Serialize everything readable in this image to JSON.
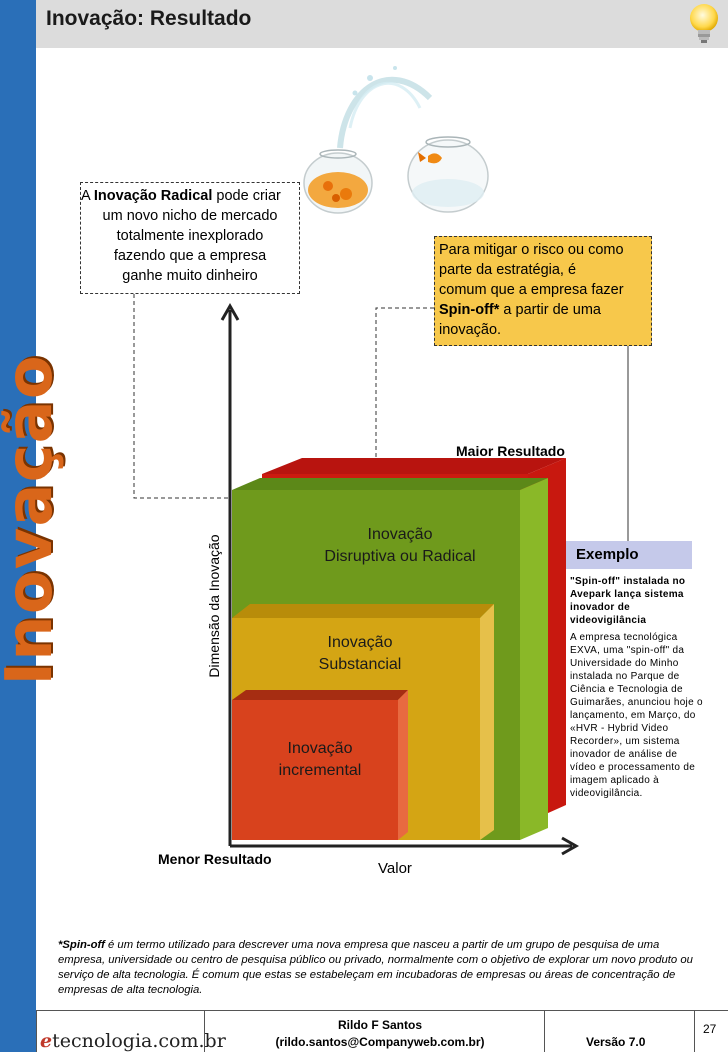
{
  "header": {
    "title": "Inovação: Resultado"
  },
  "sidebar": {
    "brand_text": "Inovação"
  },
  "callouts": {
    "radical": {
      "prefix": "A ",
      "bold": "Inovação Radical",
      "line1_rest": " pode criar",
      "line2": "um novo nicho de mercado",
      "line3": "totalmente inexplorado",
      "line4": "fazendo que a empresa",
      "line5": "ganhe muito dinheiro"
    },
    "spinoff": {
      "line1": "Para mitigar o risco ou como",
      "line2": "parte da estratégia, é",
      "line3": "comum que a empresa fazer",
      "bold": "Spin-off*",
      "line4_rest": " a partir de uma",
      "line5": "inovação."
    }
  },
  "chart": {
    "y_axis_label": "Dimensão da Inovação",
    "x_axis_label": "Valor",
    "top_label": "Maior Resultado",
    "bottom_label": "Menor Resultado",
    "blocks": [
      {
        "line1": "Inovação",
        "line2": "Disruptiva ou Radical",
        "color": "#6f9a1c"
      },
      {
        "line1": "Inovação",
        "line2": "Substancial",
        "color": "#d4a514"
      },
      {
        "line1": "Inovação",
        "line2": "incremental",
        "color": "#d8421d"
      }
    ]
  },
  "example": {
    "header": "Exemplo",
    "title_lines": [
      "\"Spin-off\" instalada no",
      "Avepark lança sistema",
      "inovador de",
      "videovigilância"
    ],
    "body_lines": [
      "A empresa tecnológica",
      "EXVA, uma \"spin-off\" da",
      "Universidade do Minho",
      "instalada no Parque de",
      "Ciência e Tecnologia de",
      "Guimarães, anunciou hoje o",
      "lançamento, em Março, do",
      "«HVR - Hybrid Video",
      "Recorder», um sistema",
      "inovador de análise de",
      "vídeo e processamento de",
      "imagem aplicado à",
      "videovigilância."
    ]
  },
  "footnote": {
    "bold": "*Spin-off",
    "text": " é um termo utilizado para descrever uma nova empresa que nasceu a partir de um grupo de pesquisa de uma empresa, universidade ou centro de pesquisa público ou privado, normalmente com o objetivo de explorar um novo produto ou serviço de alta tecnologia. É comum que estas se estabeleçam em incubadoras de empresas ou áreas de concentração de empresas de alta tecnologia."
  },
  "footer": {
    "brand_e": "e",
    "brand_rest": "tecnologia.com.br",
    "author": "Rildo F Santos",
    "email": "(rildo.santos@Companyweb.com.br)",
    "version": "Versão 7.0",
    "page": "27"
  }
}
